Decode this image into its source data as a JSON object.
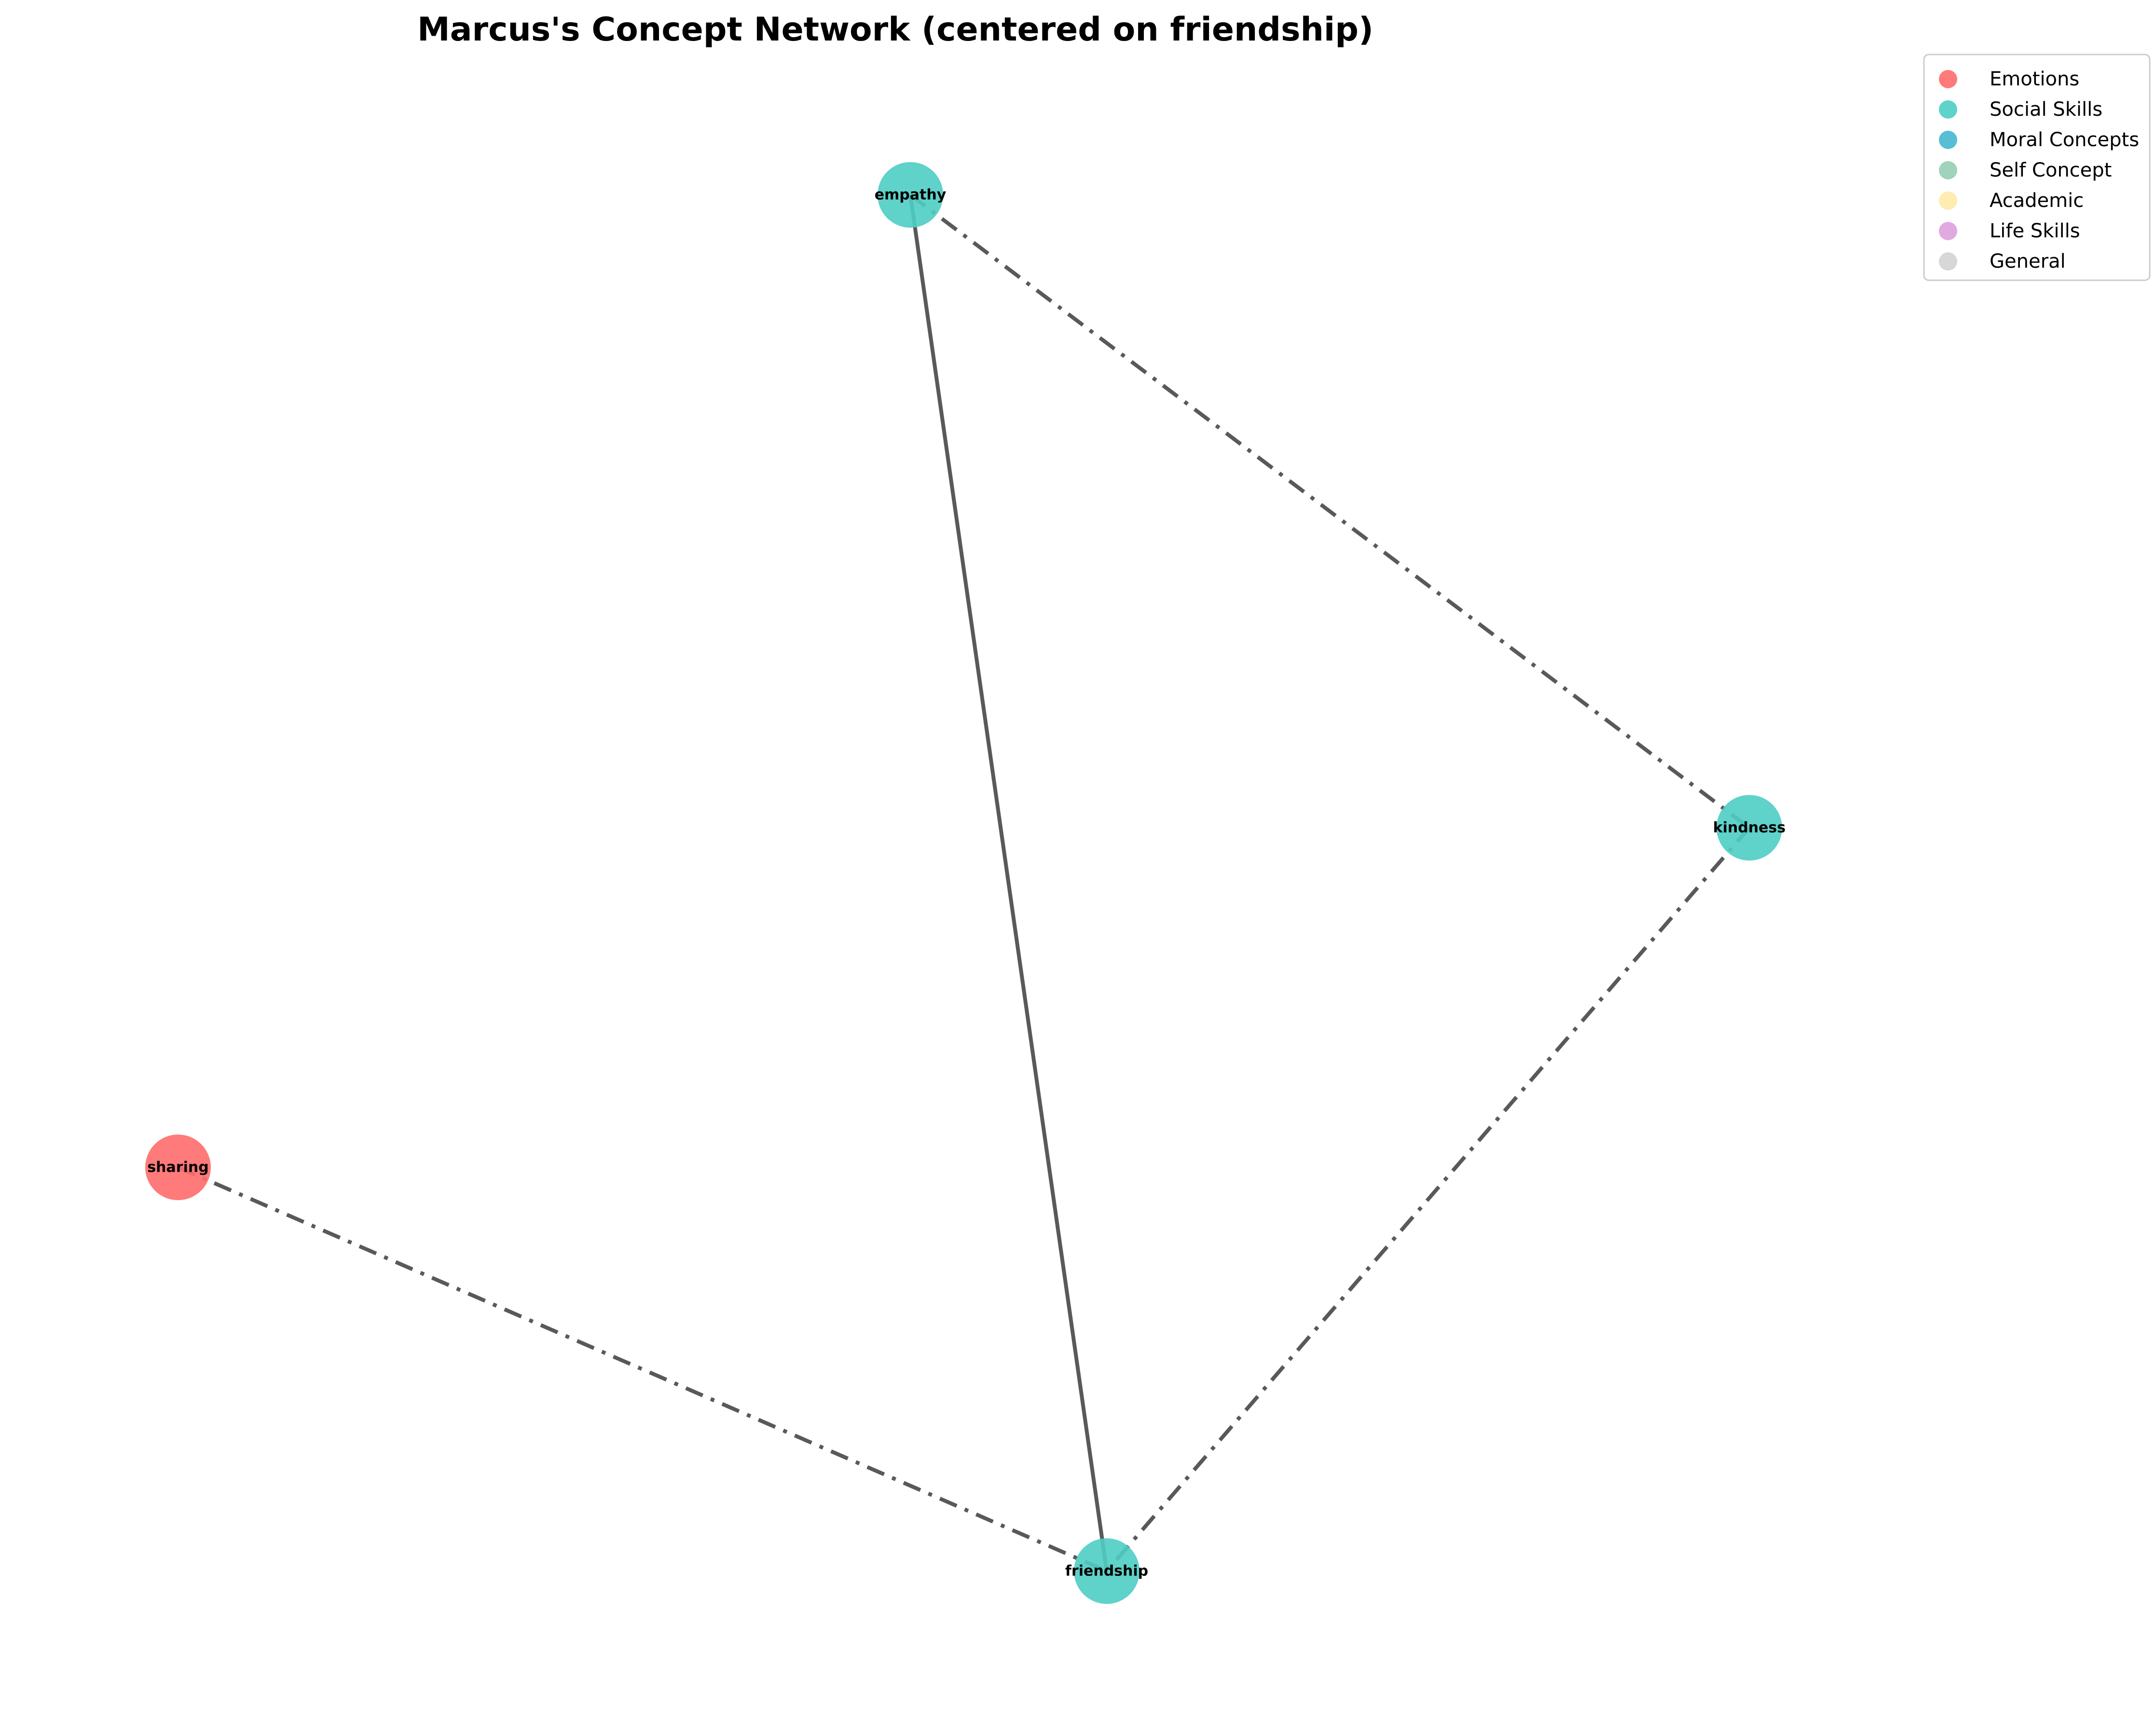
{
  "title": "Marcus's Concept Network (centered on friendship)",
  "legend": [
    {
      "label": "Emotions",
      "color": "#ff6b6b"
    },
    {
      "label": "Social Skills",
      "color": "#4ecdc4"
    },
    {
      "label": "Moral Concepts",
      "color": "#45b7d1"
    },
    {
      "label": "Self Concept",
      "color": "#96ceb4"
    },
    {
      "label": "Academic",
      "color": "#ffeaa7"
    },
    {
      "label": "Life Skills",
      "color": "#dda0dd"
    },
    {
      "label": "General",
      "color": "#d3d3d3"
    }
  ],
  "nodes": [
    {
      "id": "empathy",
      "label": "empathy",
      "category": "Social Skills",
      "color": "#4ecdc4"
    },
    {
      "id": "kindness",
      "label": "kindness",
      "category": "Social Skills",
      "color": "#4ecdc4"
    },
    {
      "id": "sharing",
      "label": "sharing",
      "category": "Emotions",
      "color": "#ff6b6b"
    },
    {
      "id": "friendship",
      "label": "friendship",
      "category": "Social Skills",
      "color": "#4ecdc4"
    }
  ],
  "edges": [
    {
      "source": "empathy",
      "target": "friendship",
      "style": "solid"
    },
    {
      "source": "empathy",
      "target": "kindness",
      "style": "dashdot"
    },
    {
      "source": "kindness",
      "target": "friendship",
      "style": "dashdot"
    },
    {
      "source": "sharing",
      "target": "friendship",
      "style": "dashdot"
    }
  ],
  "edge_color": "#595959"
}
